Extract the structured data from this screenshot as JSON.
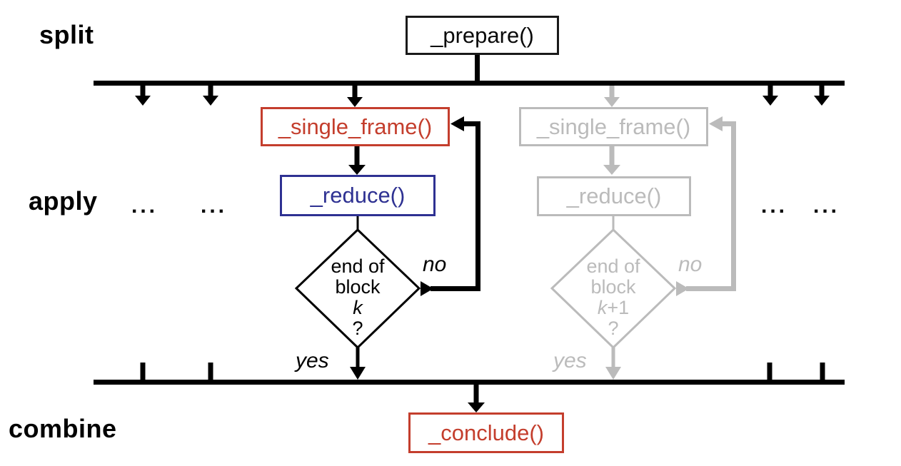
{
  "colors": {
    "accent_red": "#C43E2D",
    "accent_blue": "#2E3192",
    "inactive_gray": "#BBBBBB",
    "line_black": "#000000",
    "canvas_bg": "#FFFFFF"
  },
  "stages": {
    "split": "split",
    "apply": "apply",
    "combine": "combine"
  },
  "nodes": {
    "prepare": "_prepare()",
    "single_frame": "_single_frame()",
    "reduce": "_reduce()",
    "conclude": "_conclude()",
    "single_frame_ghost": "_single_frame()",
    "reduce_ghost": "_reduce()"
  },
  "decision": {
    "line1": "end of",
    "line2": "block",
    "var": "k",
    "suffix": "",
    "qmark": "?"
  },
  "decision_ghost": {
    "line1": "end of",
    "line2": "block",
    "var": "k",
    "suffix": "+1",
    "qmark": "?"
  },
  "edge_labels": {
    "no": "no",
    "yes": "yes"
  },
  "ellipsis": "..."
}
